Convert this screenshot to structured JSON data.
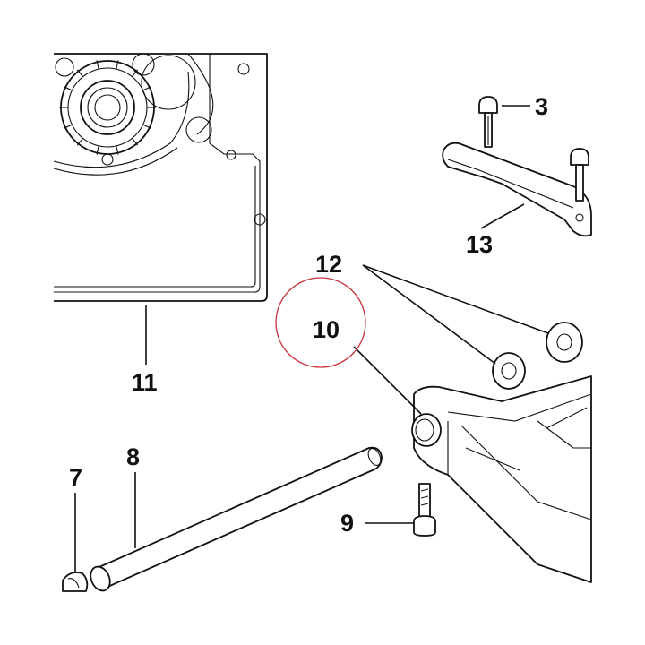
{
  "diagram": {
    "callouts": {
      "c3": "3",
      "c7": "7",
      "c8": "8",
      "c9": "9",
      "c10": "10",
      "c11": "11",
      "c12": "12",
      "c13": "13"
    },
    "colors": {
      "ink": "#111111",
      "highlight_circle": "#c8323c",
      "background": "#ffffff"
    }
  }
}
